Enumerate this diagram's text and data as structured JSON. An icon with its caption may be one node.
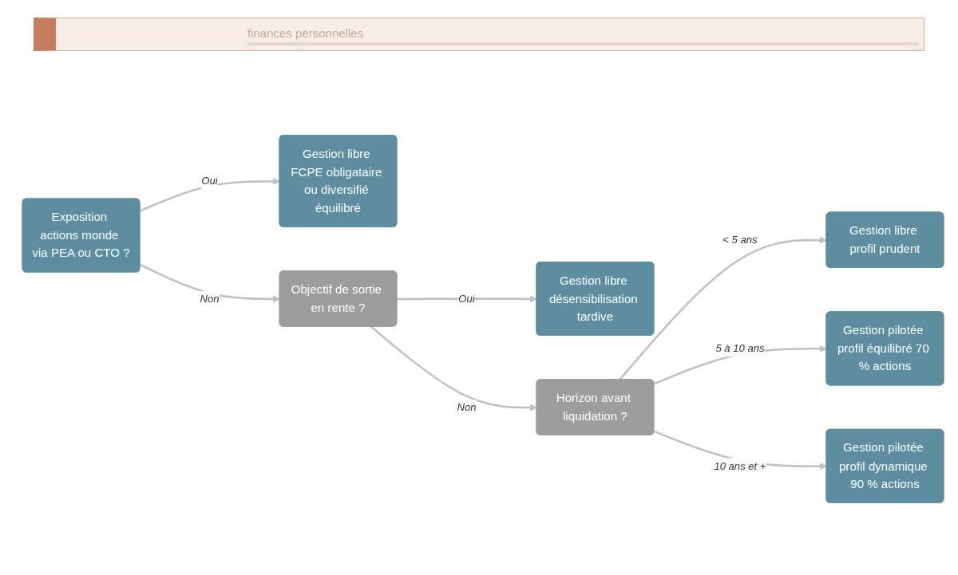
{
  "diagram": {
    "nodes": [
      {
        "text": [
          "Exposition actions monde via PEA ou CTO ?"
        ]
      },
      {
        "text": [
          "Gestion libre FCPE obligataire ou diversifié équilibré"
        ]
      },
      {
        "text": [
          "Objectif de sortie en rente ?"
        ]
      },
      {
        "text": [
          "Gestion libre désensibilisation tardive"
        ]
      },
      {
        "text": [
          "Horizon avant liquidation ?"
        ]
      },
      {
        "text": [
          "Gestion libre profil prudent"
        ]
      },
      {
        "text": [
          "Gestion pilotée profil équilibré 70 % actions"
        ]
      },
      {
        "text": [
          "Gestion pilotée profil dynamique 90 % actions"
        ]
      }
    ],
    "edges": [
      {
        "from": 0,
        "to": 1,
        "arrow": "to",
        "label": "Oui"
      },
      {
        "from": 0,
        "to": 2,
        "arrow": "to",
        "label": "Non"
      },
      {
        "from": 2,
        "to": 3,
        "arrow": "to",
        "label": "Oui"
      },
      {
        "from": 2,
        "to": 4,
        "arrow": "to",
        "label": "Non"
      },
      {
        "from": 4,
        "to": 5,
        "arrow": "to",
        "label": "< 5 ans"
      },
      {
        "from": 4,
        "to": 6,
        "arrow": "to",
        "label": "5 à 10 ans"
      },
      {
        "from": 4,
        "to": 7,
        "arrow": "to",
        "label": "10 ans et +"
      }
    ],
    "labels": [
      "finances personnelles"
    ]
  }
}
